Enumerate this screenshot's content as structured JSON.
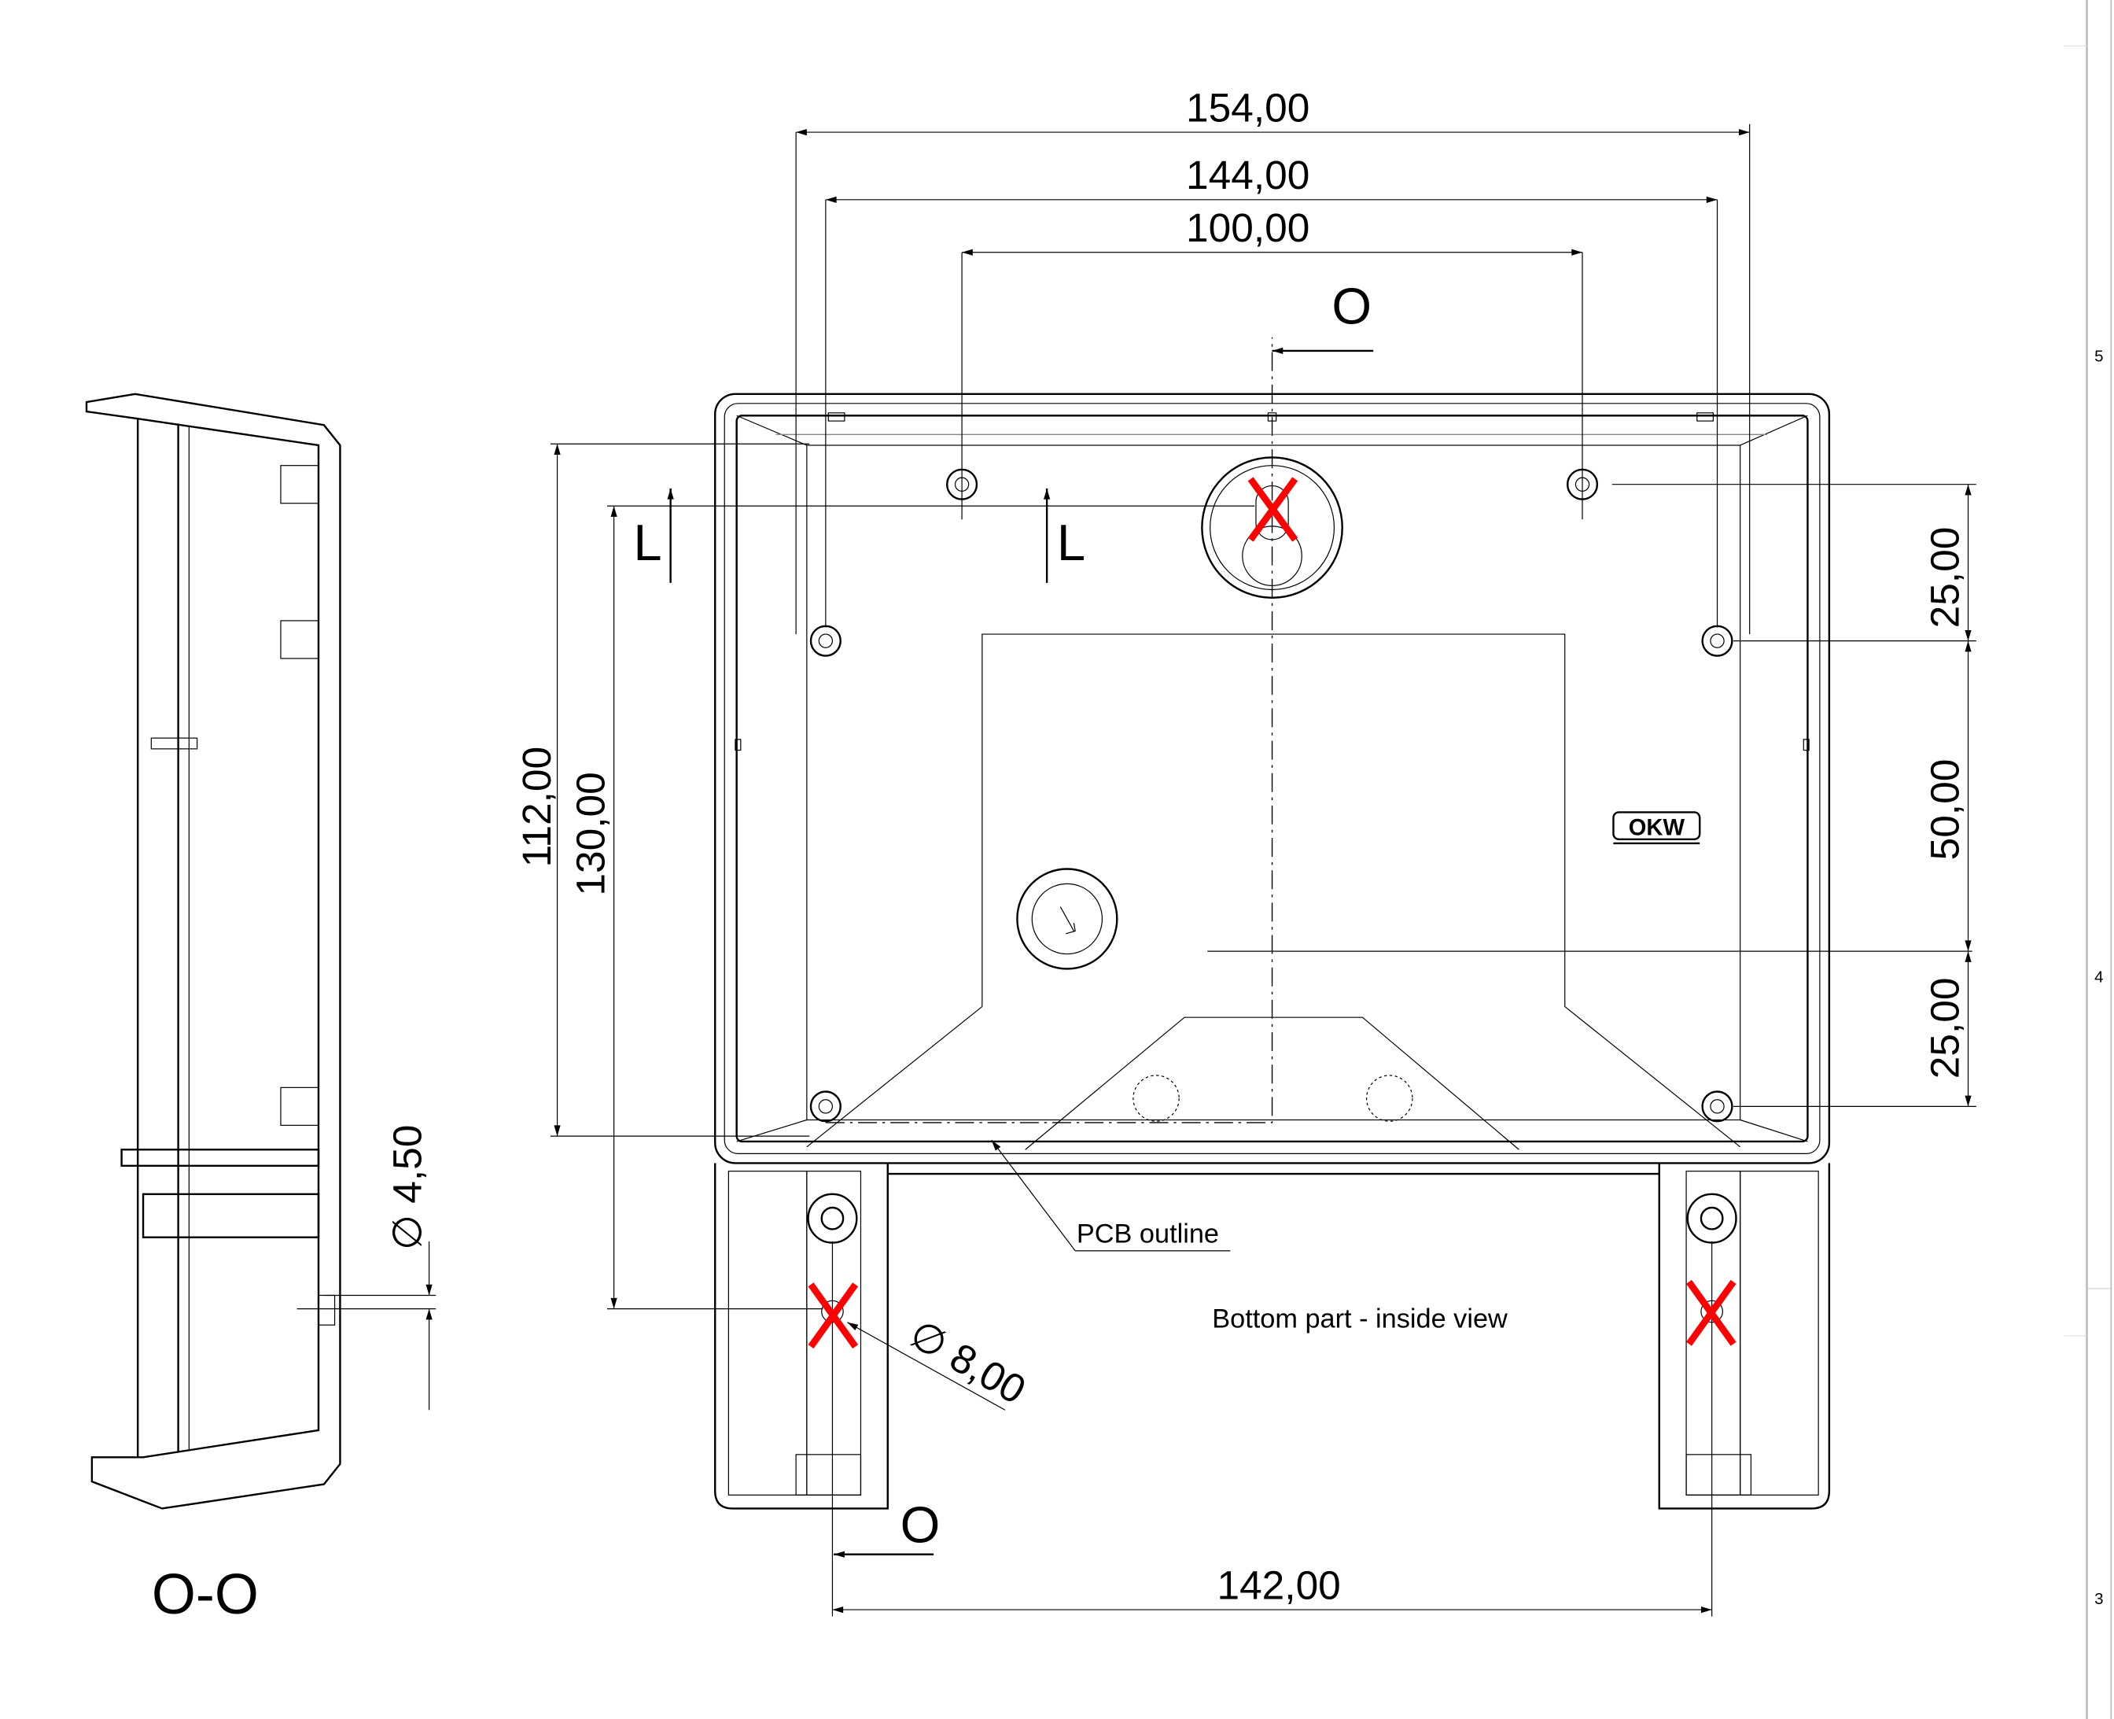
{
  "dimensions": {
    "width_outer": "154,00",
    "width_holes": "144,00",
    "width_top_holes": "100,00",
    "width_bottom_holes": "142,00",
    "height_112": "112,00",
    "height_130": "130,00",
    "right_top": "25,00",
    "right_mid": "50,00",
    "right_bottom": "25,00",
    "hole_diameter": "∅ 8,00",
    "section_diameter": "∅ 4,50"
  },
  "section_markers": {
    "o_top": "O",
    "o_bottom": "O",
    "l_left": "L",
    "l_right": "L"
  },
  "labels": {
    "pcb_outline": "PCB outline",
    "view_title": "Bottom part - inside view",
    "section_title": "O-O",
    "logo": "OKW"
  },
  "ruler": {
    "marks": [
      "5",
      "4",
      "3"
    ]
  },
  "colors": {
    "mark_color": "#ff0000",
    "line_color": "#000000"
  }
}
